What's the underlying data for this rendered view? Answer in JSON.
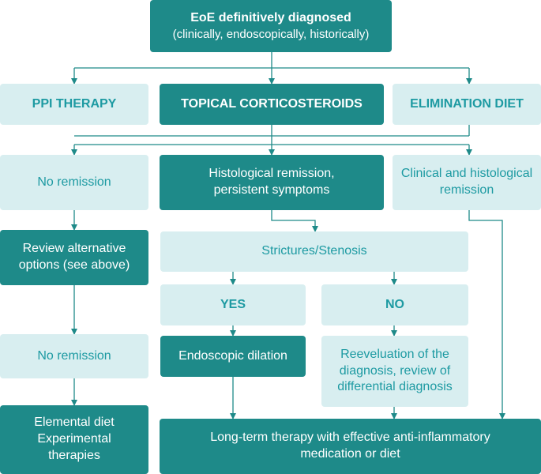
{
  "diagnosis": {
    "title": "EoE definitively diagnosed",
    "subtitle": "(clinically, endoscopically, historically)"
  },
  "therapies": {
    "ppi": "PPI THERAPY",
    "topical": "TOPICAL CORTICOSTEROIDS",
    "elimination": "ELIMINATION DIET"
  },
  "outcomes": {
    "no_remission_1": "No remission",
    "histological_1": "Histological remission,",
    "histological_2": "persistent symptoms",
    "clinical_1": "Clinical and histological",
    "clinical_2": "remission"
  },
  "review": {
    "line1": "Review alternative",
    "line2": "options (see above)"
  },
  "strictures": {
    "label": "Strictures/Stenosis",
    "yes": "YES",
    "no": "NO"
  },
  "no_remission_2": "No remission",
  "dilation": "Endoscopic dilation",
  "reevaluation": {
    "line1": "Reeveluation of the",
    "line2": "diagnosis, review of",
    "line3": "differential diagnosis"
  },
  "elemental": {
    "line1": "Elemental diet",
    "line2": "Experimental",
    "line3": "therapies"
  },
  "longterm": {
    "line1": "Long-term therapy with effective anti-inflammatory",
    "line2": "medication or diet"
  },
  "colors": {
    "dark_teal": "#1e8a89",
    "light_teal": "#d8eef0",
    "text_teal": "#1d9aa2",
    "connector": "#1e8a89"
  }
}
